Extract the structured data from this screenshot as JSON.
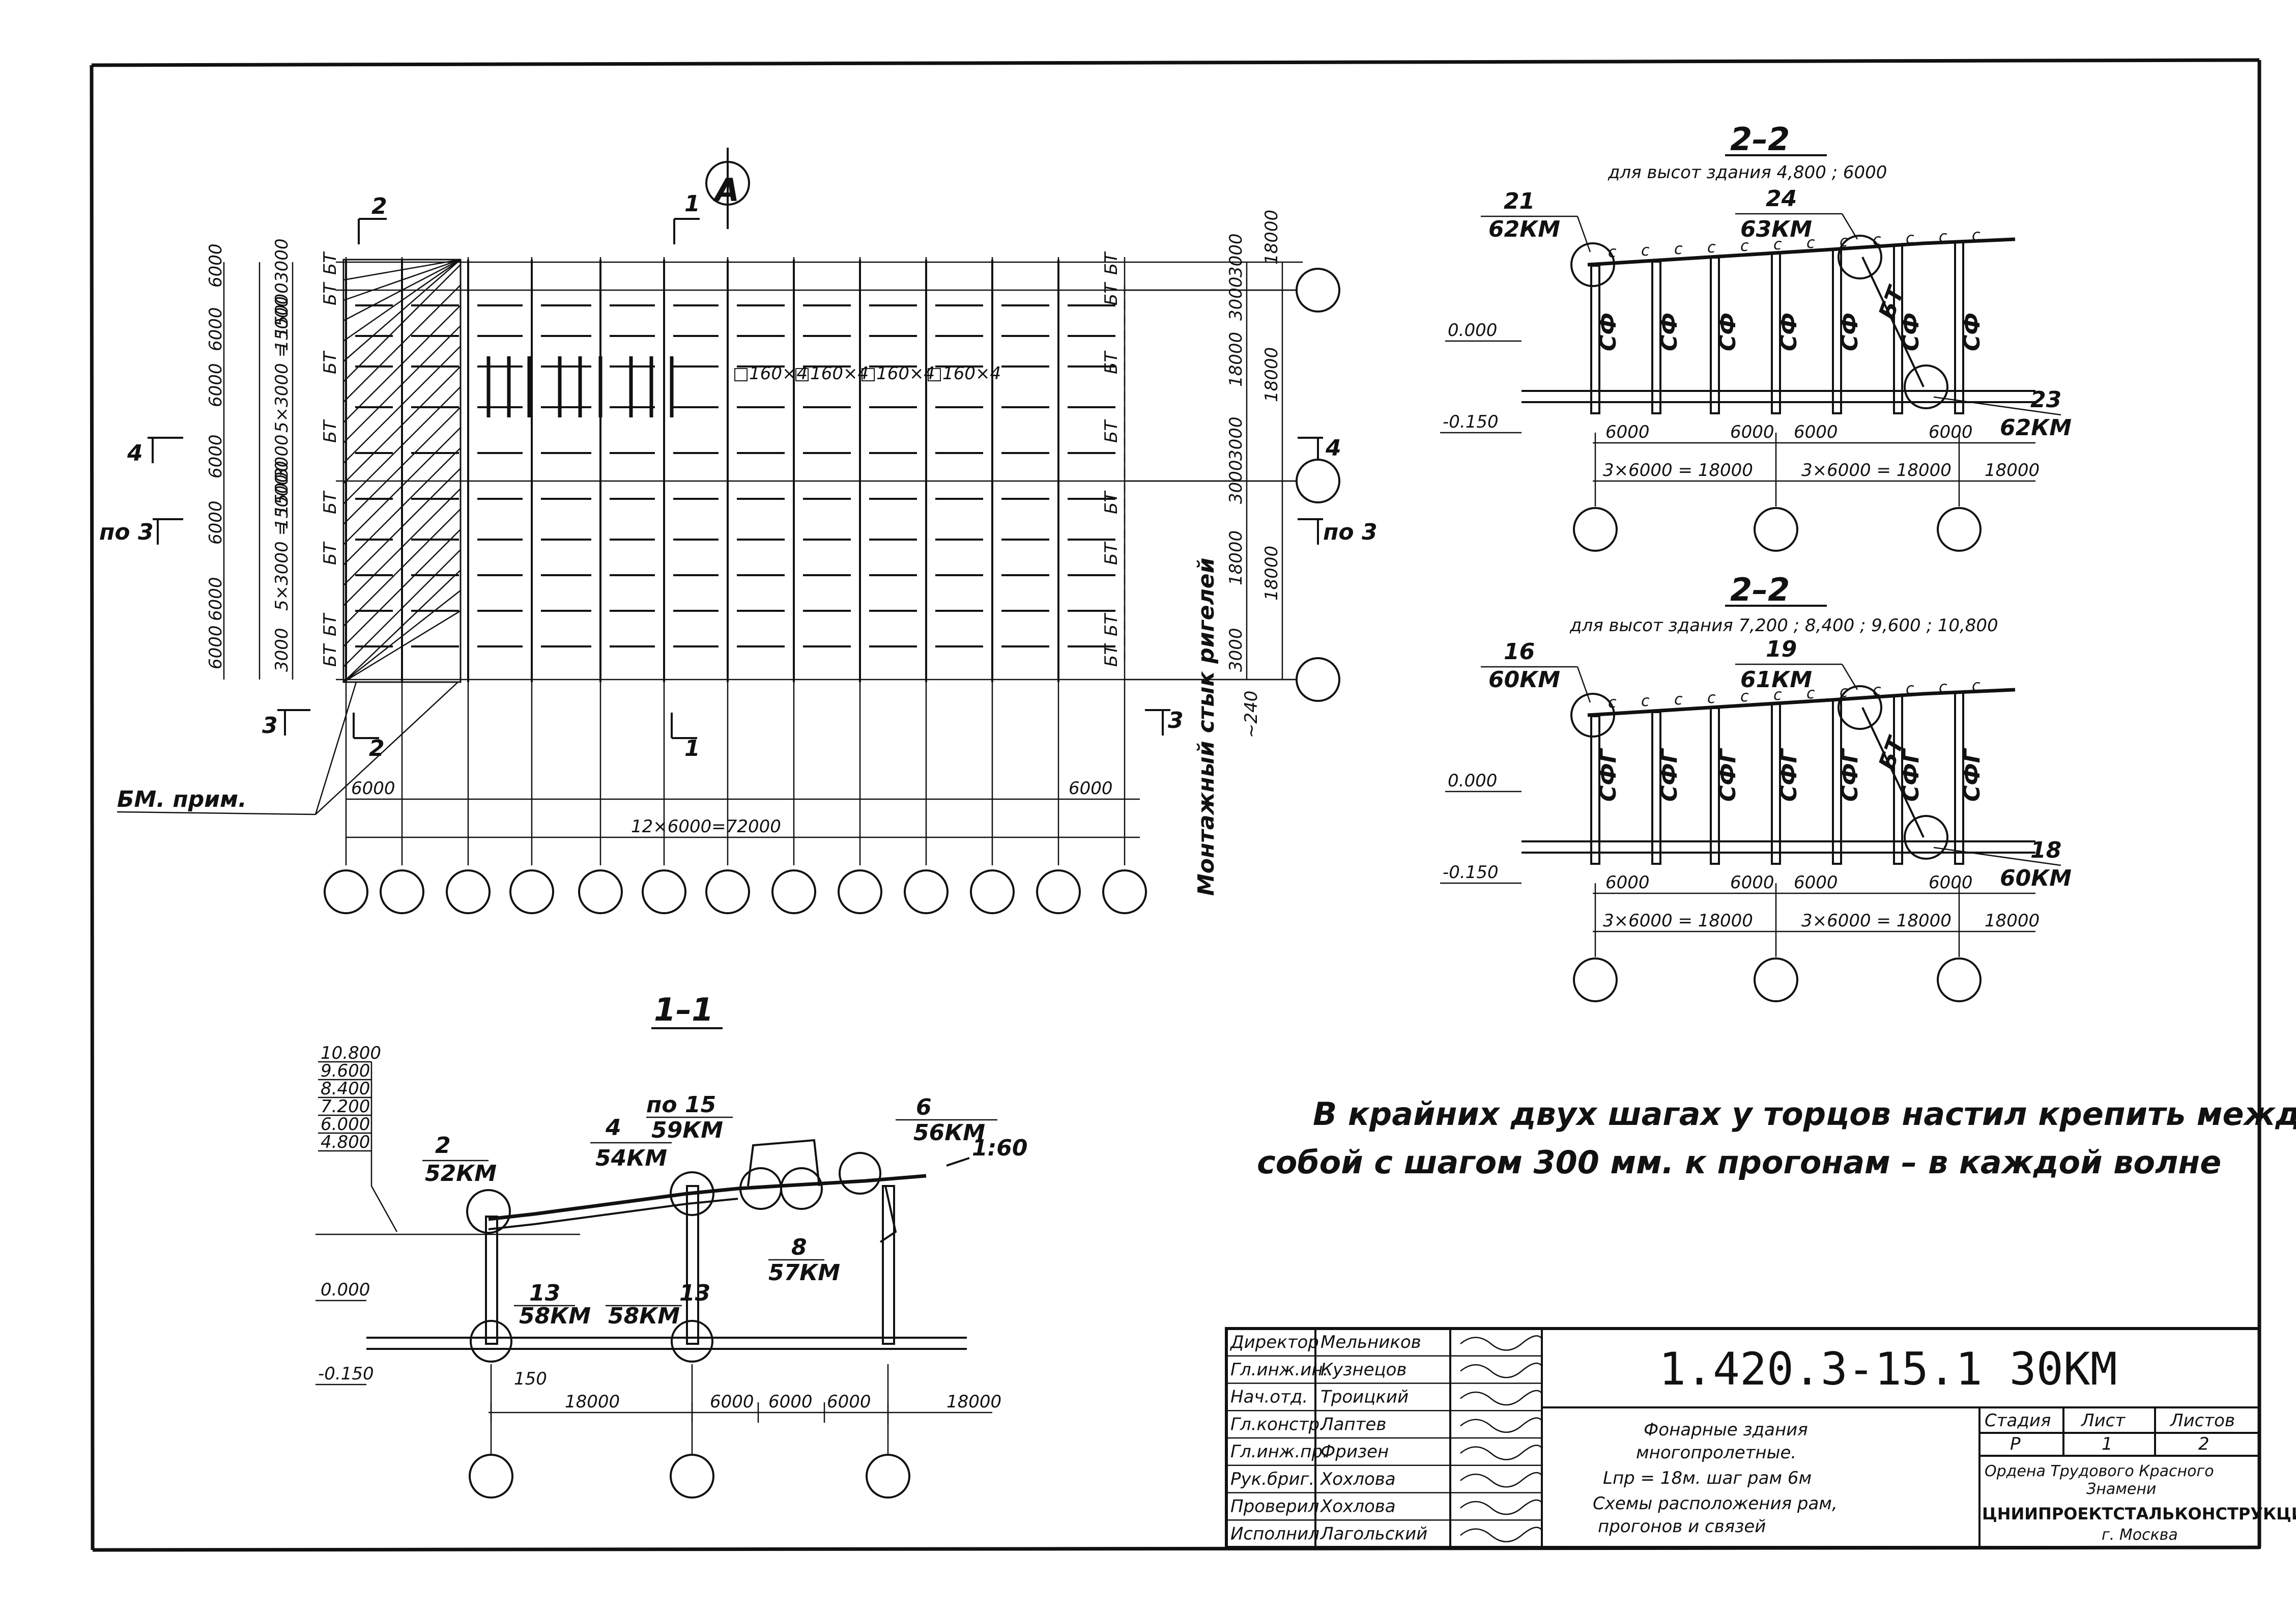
{
  "plan": {
    "section_marks": [
      "2",
      "1",
      "2",
      "1",
      "4",
      "4",
      "по 3",
      "по 3",
      "3",
      "3"
    ],
    "left_dims_outer": [
      "6000",
      "6000",
      "6000",
      "6000",
      "6000",
      "6000",
      "6000"
    ],
    "left_dims_inner": [
      "3000",
      "15000",
      "5×3000 = 15000",
      "3000",
      "15000",
      "5×3000 = 15000",
      "3000"
    ],
    "right_dims_inner": [
      "3000",
      "3000",
      "18000",
      "3000",
      "3000",
      "18000",
      "3000"
    ],
    "right_dims_outer": [
      "18000",
      "18000",
      "18000"
    ],
    "bt_label": "БТ",
    "purlin_labels": [
      "□160×4",
      "□160×4",
      "□160×4",
      "□160×4"
    ],
    "note_bm": "БМ. прим.",
    "bay_dims": [
      "6000",
      "6000"
    ],
    "total_dim": "12×6000=72000",
    "mount_joint": "Монтажный стык ригелей",
    "dim_240": "~240",
    "north_mark": "А"
  },
  "sec11": {
    "title": "1–1",
    "elevations": [
      "10.800",
      "9.600",
      "8.400",
      "7.200",
      "6.000",
      "4.800"
    ],
    "el_zero": "0.000",
    "el_neg": "-0.150",
    "callouts": [
      {
        "num": "2",
        "code": "52КМ"
      },
      {
        "num": "4",
        "code": "54КМ"
      },
      {
        "num": "по 15",
        "code": "59КМ"
      },
      {
        "num": "6",
        "code": "56КМ"
      },
      {
        "num": "8",
        "code": "57КМ"
      },
      {
        "num": "13",
        "code": "58КМ"
      },
      {
        "num": "13",
        "code": "58КМ"
      }
    ],
    "slope": "1:60",
    "dim_150": "150",
    "dims": [
      "18000",
      "6000",
      "6000",
      "6000",
      "18000"
    ]
  },
  "sec22a": {
    "title": "2–2",
    "subtitle": "для высот здания 4,800 ; 6000",
    "callouts": [
      {
        "num": "21",
        "code": "62КМ"
      },
      {
        "num": "24",
        "code": "63КМ"
      },
      {
        "num": "23",
        "code": "62КМ"
      }
    ],
    "col_labels": [
      "СФ",
      "СФ",
      "СФ",
      "СФ",
      "СФ",
      "СФ",
      "СФ"
    ],
    "brace": "БТ",
    "el_zero": "0.000",
    "el_neg": "-0.150",
    "dims_top": [
      "6000",
      "6000",
      "6000",
      "6000"
    ],
    "dims_bottom": [
      "3×6000 = 18000",
      "3×6000 = 18000",
      "18000"
    ]
  },
  "sec22b": {
    "title": "2–2",
    "subtitle": "для высот здания 7,200 ; 8,400 ; 9,600 ; 10,800",
    "callouts": [
      {
        "num": "16",
        "code": "60КМ"
      },
      {
        "num": "19",
        "code": "61КМ"
      },
      {
        "num": "18",
        "code": "60КМ"
      }
    ],
    "col_labels": [
      "СФГ",
      "СФГ",
      "СФГ",
      "СФГ",
      "СФГ",
      "СФГ",
      "СФГ"
    ],
    "brace": "БТ",
    "el_zero": "0.000",
    "el_neg": "-0.150",
    "dims_top": [
      "6000",
      "6000",
      "6000",
      "6000"
    ],
    "dims_bottom": [
      "3×6000 = 18000",
      "3×6000 = 18000",
      "18000"
    ]
  },
  "note": {
    "line1": "В крайних двух шагах у торцов настил крепить между",
    "line2": "собой с шагом 300 мм. к прогонам – в каждой волне"
  },
  "title_block": {
    "roles": [
      "Директор",
      "Гл.инж.ин.",
      "Нач.отд.",
      "Гл.констр.",
      "Гл.инж.пр.",
      "Рук.бриг.",
      "Проверил",
      "Исполнил"
    ],
    "names": [
      "Мельников",
      "Кузнецов",
      "Троицкий",
      "Лаптев",
      "Фризен",
      "Хохлова",
      "Хохлова",
      "Лагольский"
    ],
    "code": "1.420.3-15.1 30КМ",
    "desc": [
      "Фонарные здания",
      "многопролетные.",
      "Lпр = 18м. шаг рам 6м",
      "Схемы расположения рам,",
      "прогонов и связей"
    ],
    "stage_h": "Стадия",
    "sheet_h": "Лист",
    "sheets_h": "Листов",
    "stage": "Р",
    "sheet": "1",
    "sheets": "2",
    "org": [
      "Ордена Трудового Красного",
      "Знамени",
      "ЦНИИПРОЕКТСТАЛЬКОНСТРУКЦИЯ",
      "г. Москва"
    ]
  }
}
